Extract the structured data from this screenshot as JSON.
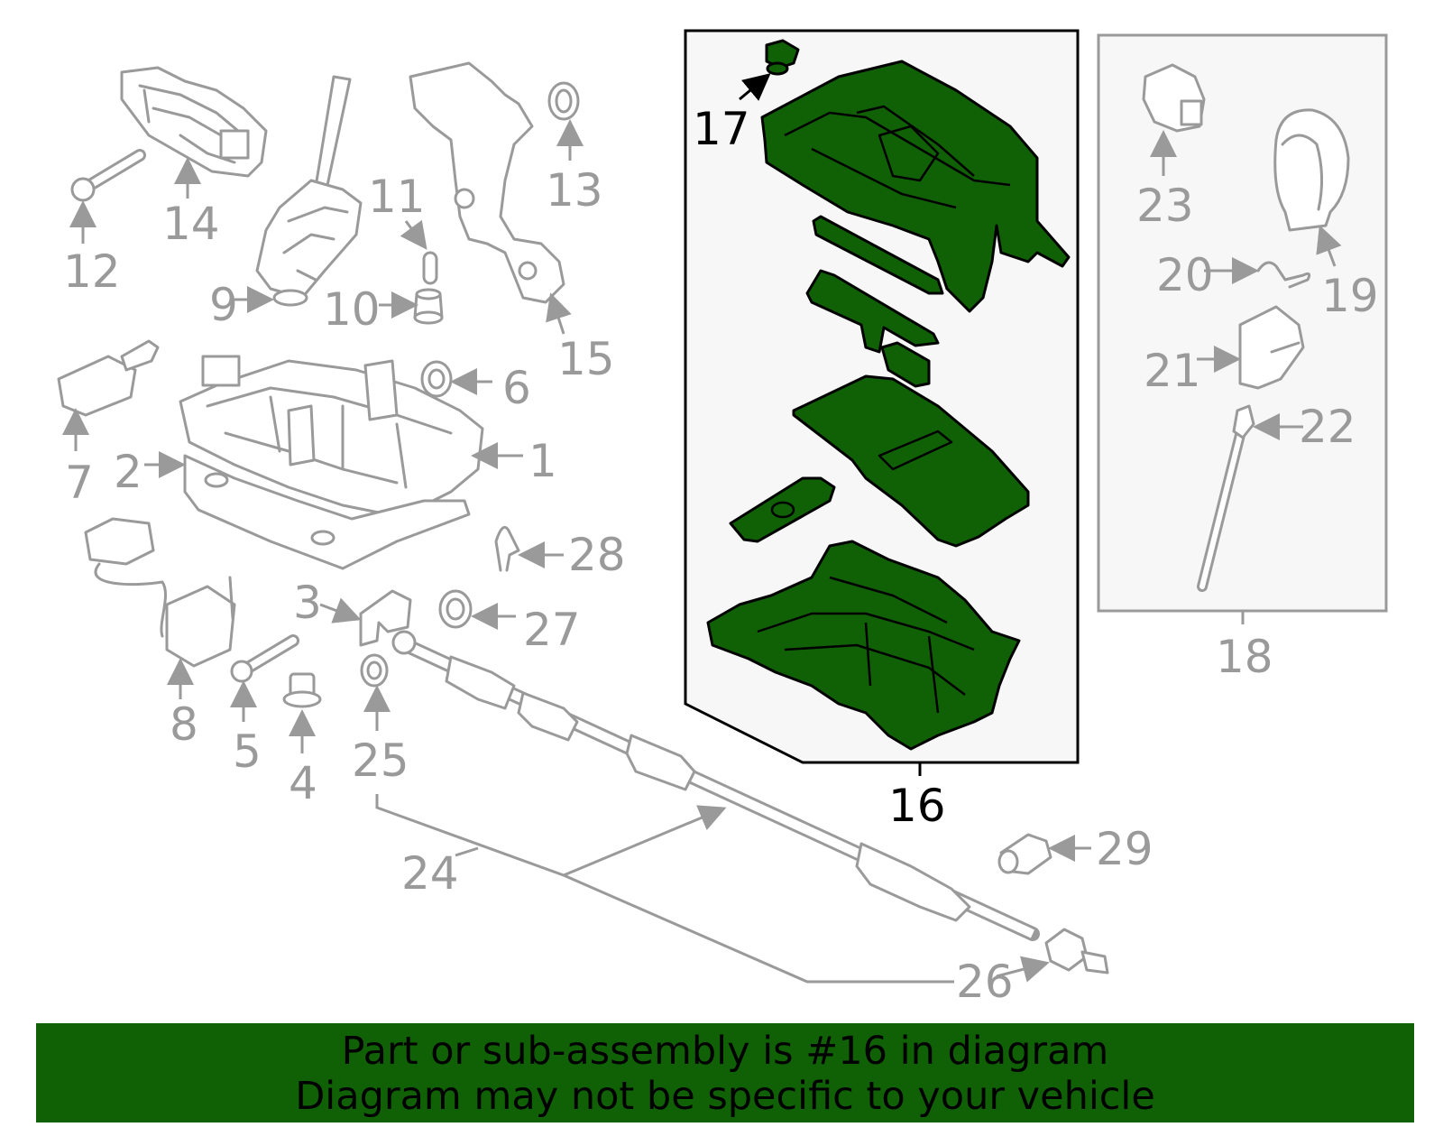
{
  "highlight_color": "#106106",
  "callouts": {
    "c1": "1",
    "c2": "2",
    "c3": "3",
    "c4": "4",
    "c5": "5",
    "c6": "6",
    "c7": "7",
    "c8": "8",
    "c9": "9",
    "c10": "10",
    "c11": "11",
    "c12": "12",
    "c13": "13",
    "c14": "14",
    "c15": "15",
    "c16": "16",
    "c17": "17",
    "c18": "18",
    "c19": "19",
    "c20": "20",
    "c21": "21",
    "c22": "22",
    "c23": "23",
    "c24": "24",
    "c25": "25",
    "c26": "26",
    "c27": "27",
    "c28": "28",
    "c29": "29"
  },
  "banner": {
    "line1": "Part or sub-assembly is #16 in diagram",
    "line2": "Diagram may not be specific to your vehicle"
  }
}
